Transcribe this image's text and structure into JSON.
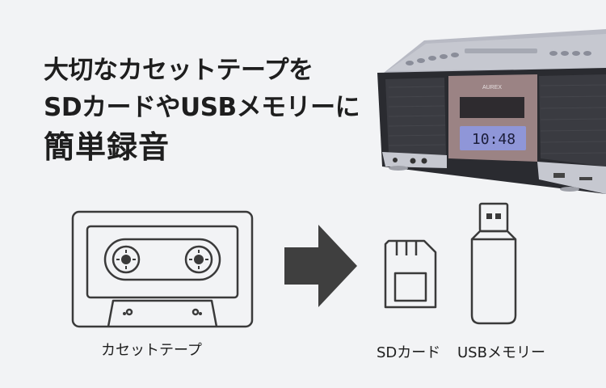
{
  "headline": {
    "line1": "大切なカセットテープを",
    "line2": "SDカードやUSBメモリーに",
    "line3": "簡単録音"
  },
  "captions": {
    "cassette": "カセットテープ",
    "sd": "SDカード",
    "usb": "USBメモリー"
  },
  "player": {
    "brand": "AUREX",
    "display": "10:48"
  },
  "colors": {
    "background": "#f2f3f5",
    "icon_stroke": "#3a3a3a",
    "arrow": "#3f3f3f",
    "lcd": "#8f96d8"
  }
}
